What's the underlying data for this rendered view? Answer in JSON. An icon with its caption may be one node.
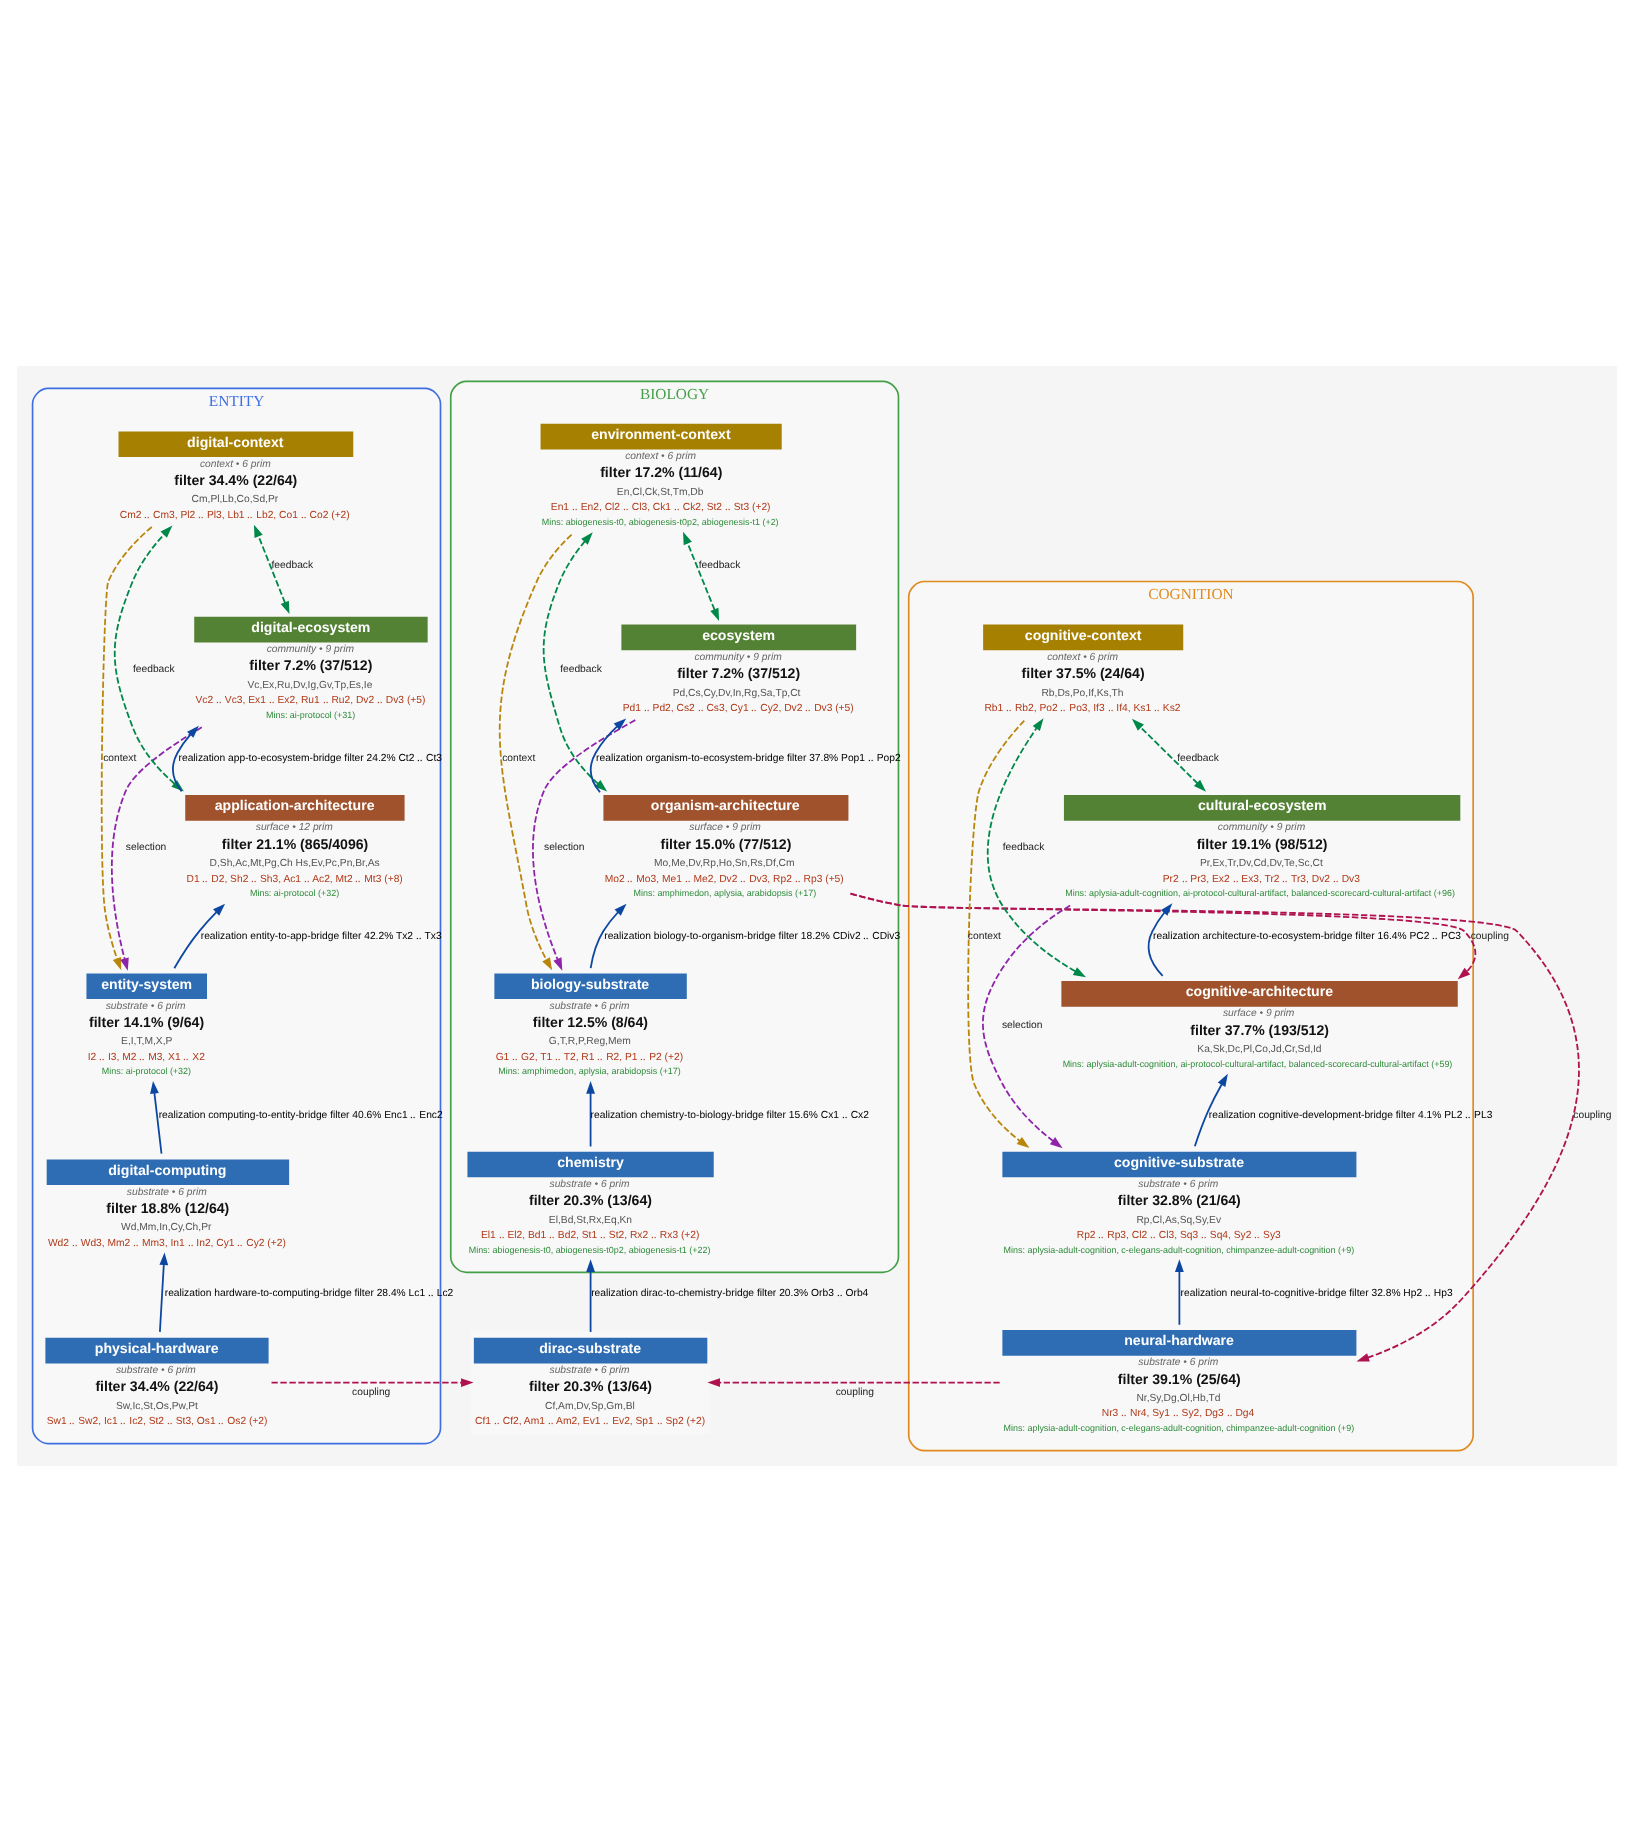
{
  "diagram": {
    "nodes": [
      {
        "text": [
          "ENTITY"
        ]
      },
      {
        "text": [
          "BIOLOGY"
        ]
      },
      {
        "text": [
          "COGNITION"
        ]
      },
      {
        "text": [
          "digital-context",
          "context • 6 prim",
          "filter 34.4% (22/64)",
          "Cm,Pl,Lb,Co,Sd,Pr",
          "Cm2 ‥ Cm3, Pl2 ‥ Pl3, Lb1 ‥ Lb2, Co1 ‥ Co2 (+2)"
        ],
        "in": 0
      },
      {
        "text": [
          "digital-ecosystem",
          "community • 9 prim",
          "filter 7.2% (37/512)",
          "Vc,Ex,Ru,Dv,Ig,Gv,Tp,Es,Ie",
          "Vc2 ‥ Vc3, Ex1 ‥ Ex2, Ru1 ‥ Ru2, Dv2 ‥ Dv3 (+5)",
          "Mins: ai-protocol (+31)"
        ],
        "in": 0
      },
      {
        "text": [
          "application-architecture",
          "surface • 12 prim",
          "filter 21.1% (865/4096)",
          "D,Sh,Ac,Mt,Pg,Ch Hs,Ev,Pc,Pn,Br,As",
          "D1 ‥ D2, Sh2 ‥ Sh3, Ac1 ‥ Ac2, Mt2 ‥ Mt3 (+8)",
          "Mins: ai-protocol (+32)"
        ],
        "in": 0
      },
      {
        "text": [
          "entity-system",
          "substrate • 6 prim",
          "filter 14.1% (9/64)",
          "E,I,T,M,X,P",
          "I2 ‥ I3, M2 ‥ M3, X1 ‥ X2",
          "Mins: ai-protocol (+32)"
        ],
        "in": 0
      },
      {
        "text": [
          "digital-computing",
          "substrate • 6 prim",
          "filter 18.8% (12/64)",
          "Wd,Mm,In,Cy,Ch,Pr",
          "Wd2 ‥ Wd3, Mm2 ‥ Mm3, In1 ‥ In2, Cy1 ‥ Cy2 (+2)"
        ],
        "in": 0
      },
      {
        "text": [
          "physical-hardware",
          "substrate • 6 prim",
          "filter 34.4% (22/64)",
          "Sw,Ic,St,Os,Pw,Pt",
          "Sw1 ‥ Sw2, Ic1 ‥ Ic2, St2 ‥ St3, Os1 ‥ Os2 (+2)"
        ],
        "in": 0
      },
      {
        "text": [
          "environment-context",
          "context • 6 prim",
          "filter 17.2% (11/64)",
          "En,Cl,Ck,St,Tm,Db",
          "En1 ‥ En2, Cl2 ‥ Cl3, Ck1 ‥ Ck2, St2 ‥ St3 (+2)",
          "Mins: abiogenesis-t0, abiogenesis-t0p2, abiogenesis-t1 (+2)"
        ],
        "in": 1
      },
      {
        "text": [
          "ecosystem",
          "community • 9 prim",
          "filter 7.2% (37/512)",
          "Pd,Cs,Cy,Dv,In,Rg,Sa,Tp,Ct",
          "Pd1 ‥ Pd2, Cs2 ‥ Cs3, Cy1 ‥ Cy2, Dv2 ‥ Dv3 (+5)"
        ],
        "in": 1
      },
      {
        "text": [
          "organism-architecture",
          "surface • 9 prim",
          "filter 15.0% (77/512)",
          "Mo,Me,Dv,Rp,Ho,Sn,Rs,Df,Cm",
          "Mo2 ‥ Mo3, Me1 ‥ Me2, Dv2 ‥ Dv3, Rp2 ‥ Rp3 (+5)",
          "Mins: amphimedon, aplysia, arabidopsis (+17)"
        ],
        "in": 1
      },
      {
        "text": [
          "biology-substrate",
          "substrate • 6 prim",
          "filter 12.5% (8/64)",
          "G,T,R,P,Reg,Mem",
          "G1 ‥ G2, T1 ‥ T2, R1 ‥ R2, P1 ‥ P2 (+2)",
          "Mins: amphimedon, aplysia, arabidopsis (+17)"
        ],
        "in": 1
      },
      {
        "text": [
          "chemistry",
          "substrate • 6 prim",
          "filter 20.3% (13/64)",
          "El,Bd,St,Rx,Eq,Kn",
          "El1 ‥ El2, Bd1 ‥ Bd2, St1 ‥ St2, Rx2 ‥ Rx3 (+2)",
          "Mins: abiogenesis-t0, abiogenesis-t0p2, abiogenesis-t1 (+22)"
        ],
        "in": 1
      },
      {
        "text": [
          "dirac-substrate",
          "substrate • 6 prim",
          "filter 20.3% (13/64)",
          "Cf,Am,Dv,Sp,Gm,Bl",
          "Cf1 ‥ Cf2, Am1 ‥ Am2, Ev1 ‥ Ev2, Sp1 ‥ Sp2 (+2)"
        ]
      },
      {
        "text": [
          "cognitive-context",
          "context • 6 prim",
          "filter 37.5% (24/64)",
          "Rb,Ds,Po,If,Ks,Th",
          "Rb1 ‥ Rb2, Po2 ‥ Po3, If3 ‥ If4, Ks1 ‥ Ks2"
        ],
        "in": 2
      },
      {
        "text": [
          "cultural-ecosystem",
          "community • 9 prim",
          "filter 19.1% (98/512)",
          "Pr,Ex,Tr,Dv,Cd,Dv,Te,Sc,Ct",
          "Pr2 ‥ Pr3, Ex2 ‥ Ex3, Tr2 ‥ Tr3, Dv2 ‥ Dv3",
          "Mins: aplysia-adult-cognition, ai-protocol-cultural-artifact, balanced-scorecard-cultural-artifact (+96)"
        ],
        "in": 2
      },
      {
        "text": [
          "cognitive-architecture",
          "surface • 9 prim",
          "filter 37.7% (193/512)",
          "Ka,Sk,Dc,Pl,Co,Jd,Cr,Sd,Id",
          "Mins: aplysia-adult-cognition, ai-protocol-cultural-artifact, balanced-scorecard-cultural-artifact (+59)"
        ],
        "in": 2
      },
      {
        "text": [
          "cognitive-substrate",
          "substrate • 6 prim",
          "filter 32.8% (21/64)",
          "Rp,Cl,As,Sq,Sy,Ev",
          "Rp2 ‥ Rp3, Cl2 ‥ Cl3, Sq3 ‥ Sq4, Sy2 ‥ Sy3",
          "Mins: aplysia-adult-cognition, c-elegans-adult-cognition, chimpanzee-adult-cognition (+9)"
        ],
        "in": 2
      },
      {
        "text": [
          "neural-hardware",
          "substrate • 6 prim",
          "filter 39.1% (25/64)",
          "Nr,Sy,Dg,Ol,Hb,Td",
          "Nr3 ‥ Nr4, Sy1 ‥ Sy2, Dg3 ‥ Dg4",
          "Mins: aplysia-adult-cognition, c-elegans-adult-cognition, chimpanzee-adult-cognition (+9)"
        ],
        "in": 2
      }
    ],
    "edges": [
      {
        "from": 4,
        "to": 3,
        "arrow": "both",
        "label": "feedback",
        "style": "dashed",
        "color": "#00884a"
      },
      {
        "from": 5,
        "to": 3,
        "arrow": "both",
        "label": "feedback",
        "style": "dashed",
        "color": "#00884a"
      },
      {
        "from": 5,
        "to": 4,
        "arrow": "to",
        "label": "realization app-to-ecosystem-bridge filter 24.2% Ct2 ‥ Ct3"
      },
      {
        "from": 4,
        "to": 6,
        "arrow": "to",
        "label": "selection",
        "style": "dashed",
        "color": "#8e24aa"
      },
      {
        "from": 3,
        "to": 6,
        "arrow": "to",
        "label": "context",
        "style": "dashed",
        "color": "#b8860b"
      },
      {
        "from": 6,
        "to": 5,
        "arrow": "to",
        "label": "realization entity-to-app-bridge filter 42.2% Tx2 ‥ Tx3"
      },
      {
        "from": 7,
        "to": 6,
        "arrow": "to",
        "label": "realization computing-to-entity-bridge filter 40.6% Enc1 ‥ Enc2"
      },
      {
        "from": 8,
        "to": 7,
        "arrow": "to",
        "label": "realization hardware-to-computing-bridge filter 28.4% Lc1 ‥ Lc2"
      },
      {
        "from": 8,
        "to": 14,
        "arrow": "to",
        "label": "coupling",
        "style": "dashed",
        "color": "#b0124f"
      },
      {
        "from": 10,
        "to": 9,
        "arrow": "both",
        "label": "feedback",
        "style": "dashed",
        "color": "#00884a"
      },
      {
        "from": 11,
        "to": 9,
        "arrow": "both",
        "label": "feedback",
        "style": "dashed",
        "color": "#00884a"
      },
      {
        "from": 9,
        "to": 12,
        "arrow": "to",
        "label": "context",
        "style": "dashed",
        "color": "#b8860b"
      },
      {
        "from": 10,
        "to": 12,
        "arrow": "to",
        "label": "selection",
        "style": "dashed",
        "color": "#8e24aa"
      },
      {
        "from": 11,
        "to": 10,
        "arrow": "to",
        "label": "realization organism-to-ecosystem-bridge filter 37.8% Pop1 ‥ Pop2"
      },
      {
        "from": 12,
        "to": 11,
        "arrow": "to",
        "label": "realization biology-to-organism-bridge filter 18.2% CDiv2 ‥ CDiv3"
      },
      {
        "from": 13,
        "to": 12,
        "arrow": "to",
        "label": "realization chemistry-to-biology-bridge filter 15.6% Cx1 ‥ Cx2"
      },
      {
        "from": 14,
        "to": 13,
        "arrow": "to",
        "label": "realization dirac-to-chemistry-bridge filter 20.3% Orb3 ‥ Orb4"
      },
      {
        "from": 19,
        "to": 14,
        "arrow": "to",
        "label": "coupling",
        "style": "dashed",
        "color": "#b0124f"
      },
      {
        "from": 11,
        "to": 17,
        "arrow": "to",
        "label": "coupling",
        "style": "dashed",
        "color": "#b0124f"
      },
      {
        "from": 11,
        "to": 19,
        "arrow": "to",
        "label": "coupling",
        "style": "dashed",
        "color": "#b0124f"
      },
      {
        "from": 16,
        "to": 15,
        "arrow": "both",
        "label": "feedback",
        "style": "dashed",
        "color": "#00884a"
      },
      {
        "from": 17,
        "to": 15,
        "arrow": "both",
        "label": "feedback",
        "style": "dashed",
        "color": "#00884a"
      },
      {
        "from": 15,
        "to": 18,
        "arrow": "to",
        "label": "context",
        "style": "dashed",
        "color": "#b8860b"
      },
      {
        "from": 16,
        "to": 18,
        "arrow": "to",
        "label": "selection",
        "style": "dashed",
        "color": "#8e24aa"
      },
      {
        "from": 17,
        "to": 16,
        "arrow": "to",
        "label": "realization architecture-to-ecosystem-bridge filter 16.4% PC2 ‥ PC3"
      },
      {
        "from": 18,
        "to": 17,
        "arrow": "to",
        "label": "realization cognitive-development-bridge filter 4.1% PL2 ‥ PL3"
      },
      {
        "from": 19,
        "to": 18,
        "arrow": "to",
        "label": "realization neural-to-cognitive-bridge filter 32.8% Hp2 ‥ Hp3"
      }
    ]
  }
}
